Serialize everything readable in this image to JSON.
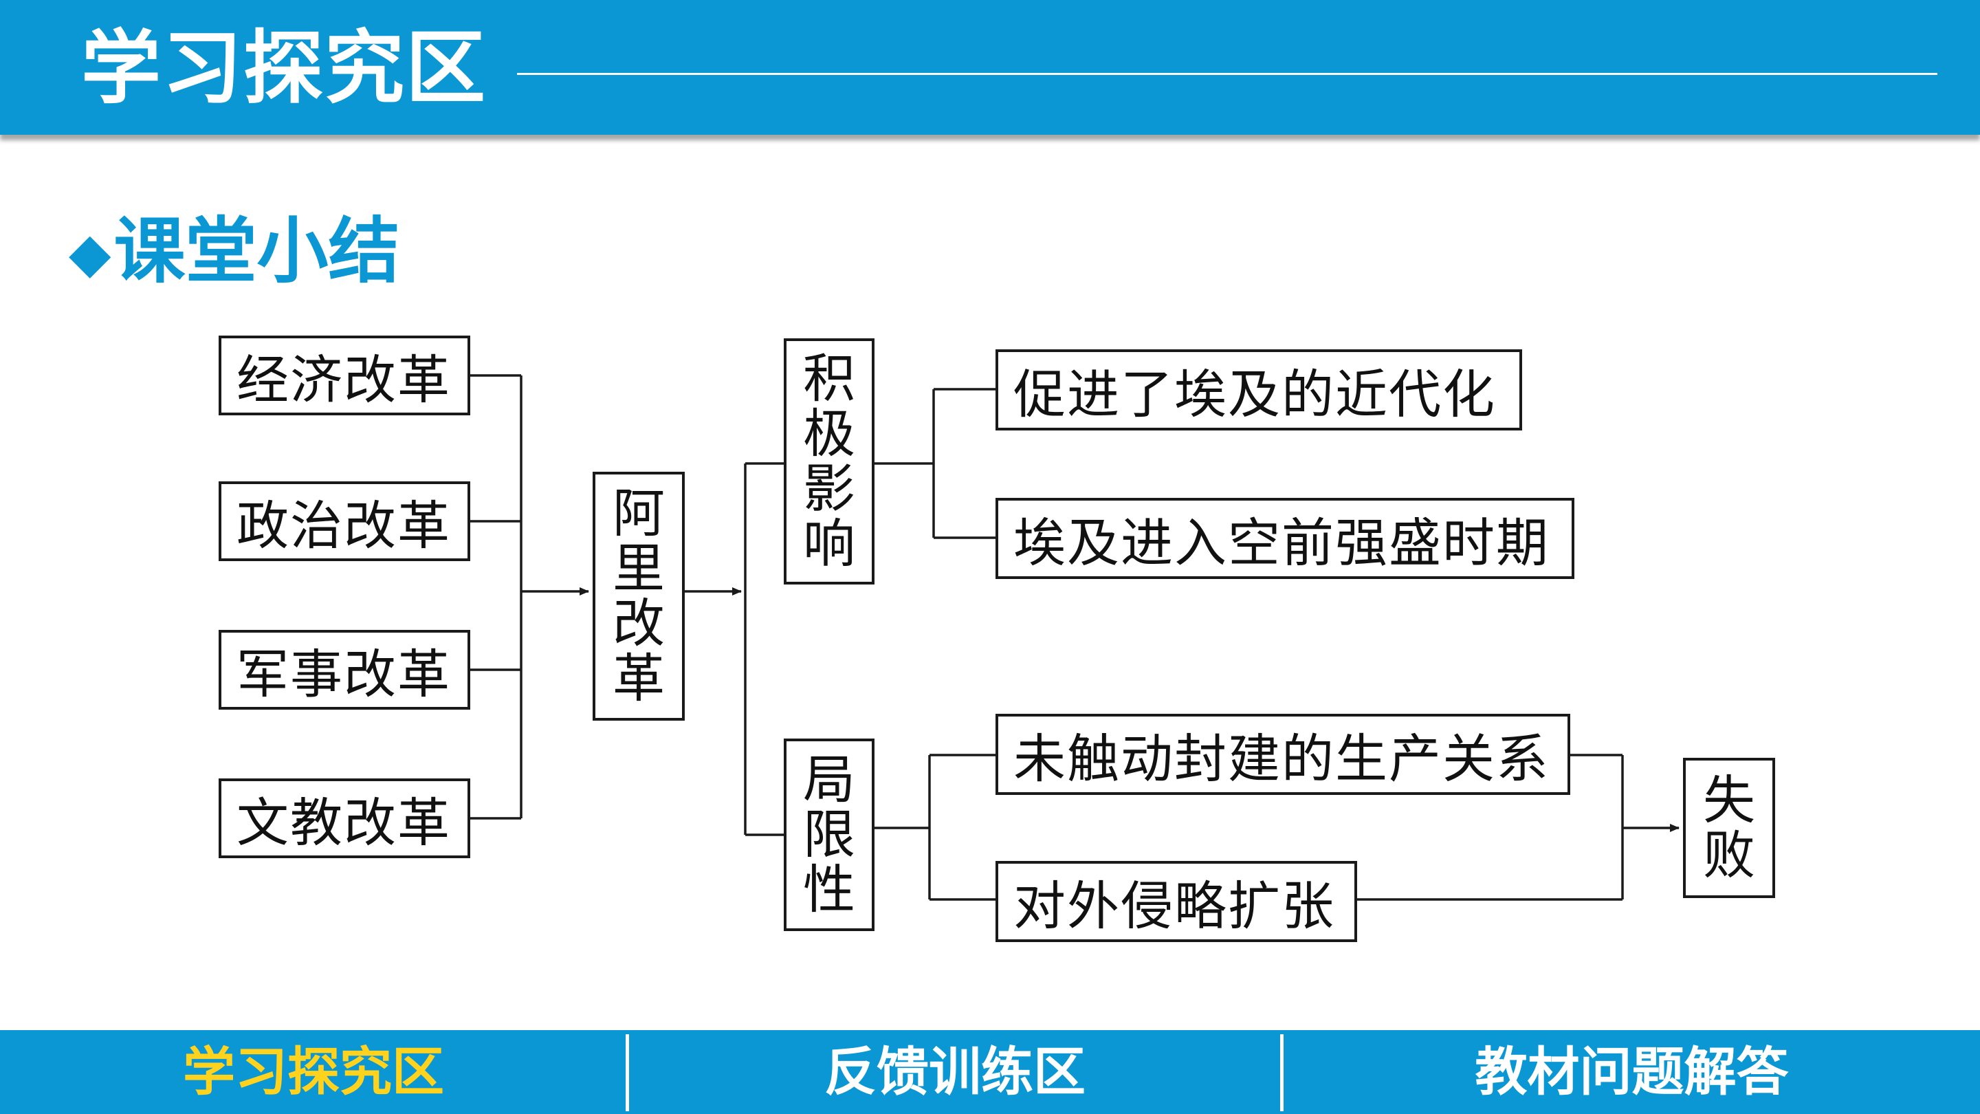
{
  "header": {
    "title": "学习探究区"
  },
  "section": {
    "bullet": "◆",
    "title": "课堂小结"
  },
  "diagram": {
    "reforms": [
      "经济改革",
      "政治改革",
      "军事改革",
      "文教改革"
    ],
    "center": [
      "阿",
      "里",
      "改",
      "革"
    ],
    "positive": [
      "积",
      "极",
      "影",
      "响"
    ],
    "positive_effects": [
      "促进了埃及的近代化",
      "埃及进入空前强盛时期"
    ],
    "limitation": [
      "局",
      "限",
      "性"
    ],
    "limitation_items": [
      "未触动封建的生产关系",
      "对外侵略扩张"
    ],
    "result": [
      "失",
      "败"
    ]
  },
  "footer": {
    "nav": [
      "学习探究区",
      "反馈训练区",
      "教材问题解答"
    ],
    "active_color": "#ffd21e"
  },
  "colors": {
    "brand_blue": "#0a97d3",
    "box_border": "#1a1a1a"
  }
}
